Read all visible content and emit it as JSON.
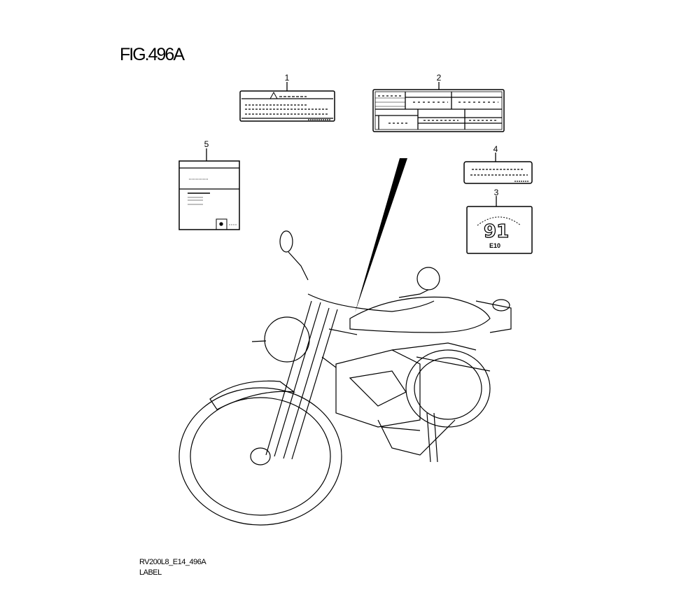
{
  "figure": {
    "title": "FIG.496A"
  },
  "callouts": [
    {
      "number": "1"
    },
    {
      "number": "2"
    },
    {
      "number": "3"
    },
    {
      "number": "4"
    },
    {
      "number": "5"
    }
  ],
  "label3": {
    "octane": "91",
    "sub": "E10"
  },
  "footer": {
    "code": "RV200L8_E14_496A",
    "name": "LABEL"
  }
}
